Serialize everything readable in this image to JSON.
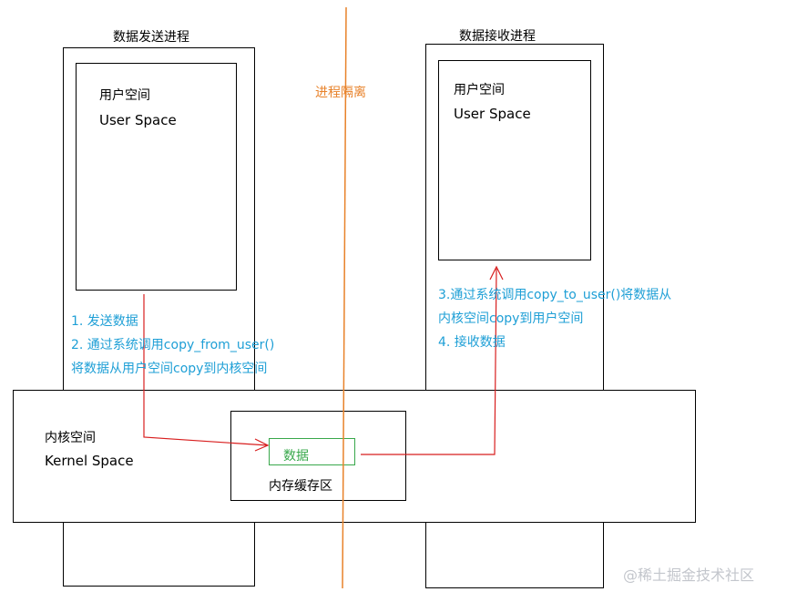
{
  "colors": {
    "annotation": "#1e9fd6",
    "data_box": "#38a84b",
    "divider": "#e8822a",
    "arrow": "#d81e1e"
  },
  "sender": {
    "title": "数据发送进程",
    "user_space_cn": "用户空间",
    "user_space_en": "User Space"
  },
  "receiver": {
    "title": "数据接收进程",
    "user_space_cn": "用户空间",
    "user_space_en": "User Space"
  },
  "isolation_label": "进程隔离",
  "kernel": {
    "label_cn": "内核空间",
    "label_en": "Kernel Space"
  },
  "buffer": {
    "label": "内存缓存区",
    "data_label": "数据"
  },
  "send_steps": [
    "1. 发送数据",
    "2. 通过系统调用copy_from_user()",
    "将数据从用户空间copy到内核空间"
  ],
  "receive_steps": [
    "3.通过系统调用copy_to_user()将数据从",
    "内核空间copy到用户空间",
    "4. 接收数据"
  ],
  "watermark": "@稀土掘金技术社区"
}
